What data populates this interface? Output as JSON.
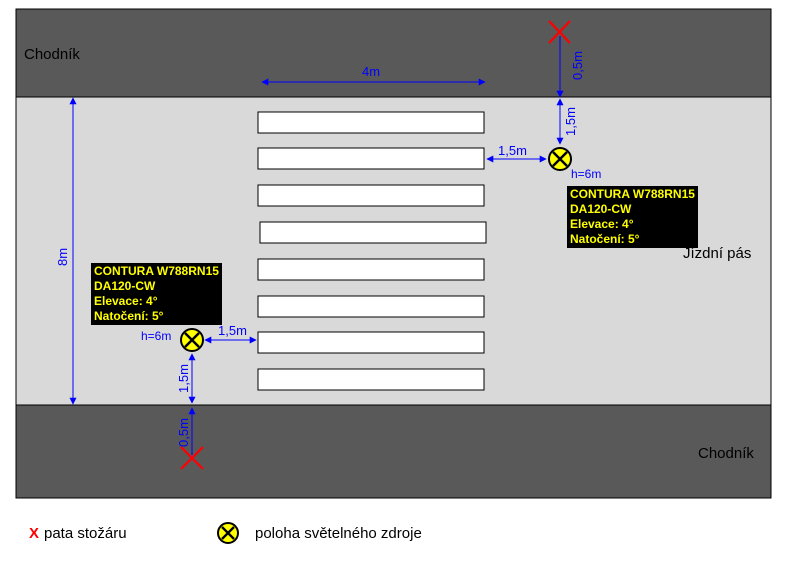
{
  "labels": {
    "sidewalk_top": "Chodník",
    "sidewalk_bottom": "Chodník",
    "roadway": "Jízdní pás"
  },
  "dimensions": {
    "crossing_width": "4m",
    "road_width": "8m",
    "offset_right": "1,5m",
    "offset_left": "1,5m",
    "pole_dist_right": "0,5m",
    "pole_dist_left": "0,5m",
    "edge_dist_right": "1,5m",
    "edge_dist_left": "1,5m",
    "height_right": "h=6m",
    "height_left": "h=6m"
  },
  "luminaire_right": {
    "model": "CONTURA W788RN15",
    "optic": "DA120-CW",
    "elevation": "Elevace: 4°",
    "rotation": "Natočení: 5°"
  },
  "luminaire_left": {
    "model": "CONTURA W788RN15",
    "optic": "DA120-CW",
    "elevation": "Elevace: 4°",
    "rotation": "Natočení: 5°"
  },
  "legend": {
    "pole_marker": "X",
    "pole_label": "pata stožáru",
    "light_label": "poloha světelného zdroje"
  },
  "colors": {
    "sidewalk": "#595959",
    "road": "#d9d9d9",
    "dimension": "#0000ff",
    "pole": "#ff0000",
    "light": "#ffff00"
  }
}
